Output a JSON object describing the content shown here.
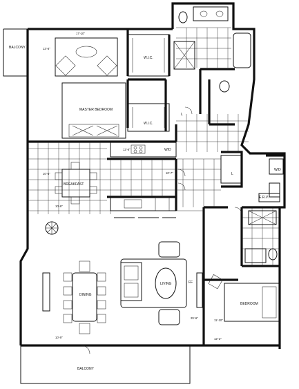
{
  "labels": {
    "balcony_top": "BALCONY",
    "master_bedroom": "MASTER BEDROOM",
    "wic_1": "W.I.C.",
    "wic_2": "W.I.C.",
    "l_1": "L",
    "l_2": "L",
    "wd": "W/D",
    "breakfast": "BREAKFAST",
    "erv": "E.R.V.",
    "dining": "DINING",
    "living": "LIVING",
    "bedroom": "BEDROOM",
    "ff": "FF",
    "balcony_bottom": "BALCONY",
    "wd_small": "W/D"
  },
  "dimensions": {
    "master_width": "17'-10\"",
    "master_depth": "13'-8\"",
    "breakfast_depth": "10'-6\"",
    "breakfast_width": "10'-6\"",
    "kitchen_width": "10'-7\"",
    "living_width": "10'-9\"",
    "bedroom_width": "11'-10\"",
    "bedroom_depth": "12'-2\"",
    "living_depth": "25'-6\"",
    "misc": "12'-6\""
  }
}
